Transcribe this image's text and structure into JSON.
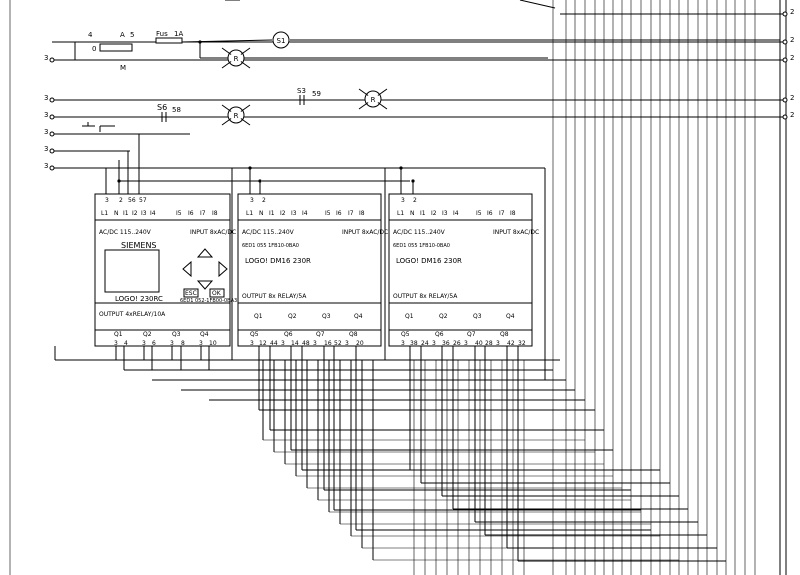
{
  "rails": {
    "left_labels": [
      "3",
      "3",
      "3",
      "3",
      "3",
      "3"
    ],
    "right_labels": [
      "2",
      "2",
      "2",
      "2",
      "2"
    ]
  },
  "row1": {
    "switch_pos_top": "4",
    "switch_label_a": "A",
    "switch_num": "5",
    "switch_zero": "0",
    "switch_m": "M",
    "fuse_label": "Fus",
    "fuse_rating": "1A",
    "s1_label": "S1",
    "lamp_label": "R"
  },
  "row2": {
    "s3_label": "S3",
    "s3_num": "59",
    "lamp_label": "R"
  },
  "row3": {
    "s6_label": "S6",
    "s6_num": "58",
    "lamp_label": "R"
  },
  "logo_main": {
    "top_terms": [
      "L1",
      "N",
      "I1",
      "I2",
      "I3",
      "I4",
      "I5",
      "I6",
      "I7",
      "I8"
    ],
    "top_wire_nums": [
      "3",
      "2",
      "56",
      "57"
    ],
    "supply": "AC/DC 115..240V",
    "input": "INPUT 8xAC/DC",
    "brand": "SIEMENS",
    "model": "LOGO! 230RC",
    "esc": "ESC",
    "ok": "OK",
    "part": "6ED1 052-1FB00-0BA3",
    "output": "OUTPUT 4xRELAY/10A",
    "q_labels": [
      "Q1",
      "Q2",
      "Q3",
      "Q4"
    ],
    "bottom_nums": [
      "3",
      "4",
      "3",
      "6",
      "3",
      "8",
      "3",
      "10"
    ]
  },
  "logo_dm1": {
    "top_terms": [
      "L1",
      "N",
      "I1",
      "I2",
      "I3",
      "I4",
      "I5",
      "I6",
      "I7",
      "I8"
    ],
    "top_wire_nums": [
      "3",
      "2"
    ],
    "supply": "AC/DC 115..240V",
    "input": "INPUT 8xAC/DC",
    "part": "6ED1 055 1FB10-0BA0",
    "model": "LOGO! DM16 230R",
    "output": "OUTPUT 8x RELAY/5A",
    "q_top": [
      "Q1",
      "Q2",
      "Q3",
      "Q4"
    ],
    "q_bottom": [
      "Q5",
      "Q6",
      "Q7",
      "Q8"
    ],
    "bottom_nums": [
      "3",
      "12",
      "44",
      "3",
      "14",
      "48",
      "3",
      "16",
      "52",
      "3",
      "20"
    ]
  },
  "logo_dm2": {
    "top_terms": [
      "L1",
      "N",
      "I1",
      "I2",
      "I3",
      "I4",
      "I5",
      "I6",
      "I7",
      "I8"
    ],
    "top_wire_nums": [
      "3",
      "2"
    ],
    "supply": "AC/DC 115..240V",
    "input": "INPUT 8xAC/DC",
    "part": "6ED1 055 1FB10-0BA0",
    "model": "LOGO! DM16 230R",
    "output": "OUTPUT 8x RELAY/5A",
    "q_top": [
      "Q1",
      "Q2",
      "Q3",
      "Q4"
    ],
    "q_bottom": [
      "Q5",
      "Q6",
      "Q7",
      "Q8"
    ],
    "bottom_nums": [
      "3",
      "38",
      "24",
      "3",
      "36",
      "26",
      "3",
      "40",
      "28",
      "3",
      "42",
      "32"
    ]
  }
}
